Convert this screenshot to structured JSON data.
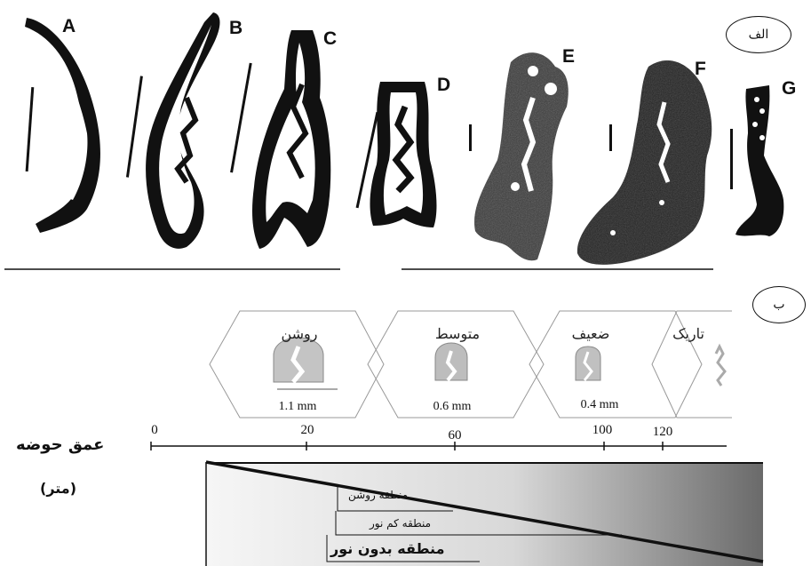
{
  "panel_a": {
    "label": "الف",
    "shapes": [
      {
        "letter": "A"
      },
      {
        "letter": "B"
      },
      {
        "letter": "C"
      },
      {
        "letter": "D"
      },
      {
        "letter": "E"
      },
      {
        "letter": "F"
      },
      {
        "letter": "G"
      }
    ]
  },
  "panel_b": {
    "label": "ب",
    "hexes": [
      {
        "word": "روشن",
        "measure": "1.1 mm"
      },
      {
        "word": "متوسط",
        "measure": "0.6 mm"
      },
      {
        "word": "ضعیف",
        "measure": "0.4 mm"
      },
      {
        "word": "تاریک",
        "measure": ""
      }
    ],
    "axis": {
      "title": "عمق حوضه",
      "unit": "(متر)",
      "ticks": [
        "0",
        "20",
        "60",
        "100",
        "120"
      ]
    },
    "zones": {
      "bright": "منطقه روشن",
      "low_light": "منطقه کم نور",
      "dark": "منطقه بدون نور"
    }
  },
  "colors": {
    "ink": "#111111",
    "gradient_light": "#f4f4f4",
    "gradient_dark": "#6a6a6a",
    "hex_fill": "#b8b8b8"
  }
}
